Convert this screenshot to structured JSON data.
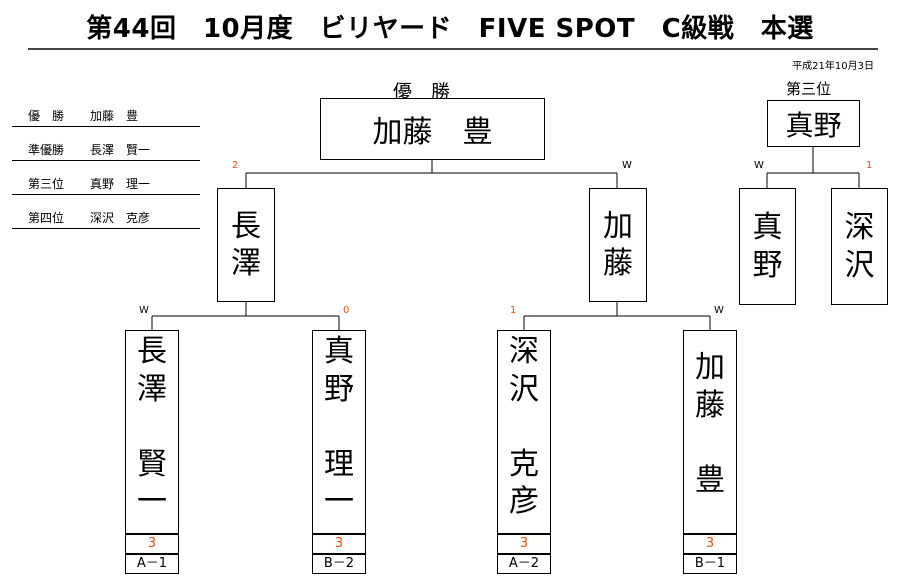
{
  "title": "第44回　10月度　ビリヤード　FIVE SPOT　C級戦　本選",
  "date": "平成21年10月3日",
  "summary": [
    {
      "place": "優　勝",
      "name": "加藤　豊"
    },
    {
      "place": "準優勝",
      "name": "長澤　賢一"
    },
    {
      "place": "第三位",
      "name": "真野　理一"
    },
    {
      "place": "第四位",
      "name": "深沢　克彦"
    }
  ],
  "champion": {
    "caption": "優　勝",
    "name": "加藤　豊"
  },
  "third_place": {
    "caption": "第三位",
    "name": "真野",
    "left": {
      "name": [
        "真",
        "野"
      ],
      "result": "W"
    },
    "right": {
      "name": [
        "深",
        "沢"
      ],
      "result": "1"
    }
  },
  "semifinal": {
    "left": {
      "name": [
        "長",
        "澤"
      ],
      "result": "2"
    },
    "right": {
      "name": [
        "加",
        "藤"
      ],
      "result": "W"
    }
  },
  "players": [
    {
      "name": [
        "長",
        "澤",
        "",
        "賢",
        "一"
      ],
      "result": "W",
      "score": "3",
      "seed": "A－1"
    },
    {
      "name": [
        "真",
        "野",
        "",
        "理",
        "一"
      ],
      "result": "0",
      "score": "3",
      "seed": "B－2"
    },
    {
      "name": [
        "深",
        "沢",
        "",
        "克",
        "彦"
      ],
      "result": "1",
      "score": "3",
      "seed": "A－2"
    },
    {
      "name": [
        "加",
        "藤",
        "",
        "豊"
      ],
      "result": "W",
      "score": "3",
      "seed": "B－1"
    }
  ]
}
